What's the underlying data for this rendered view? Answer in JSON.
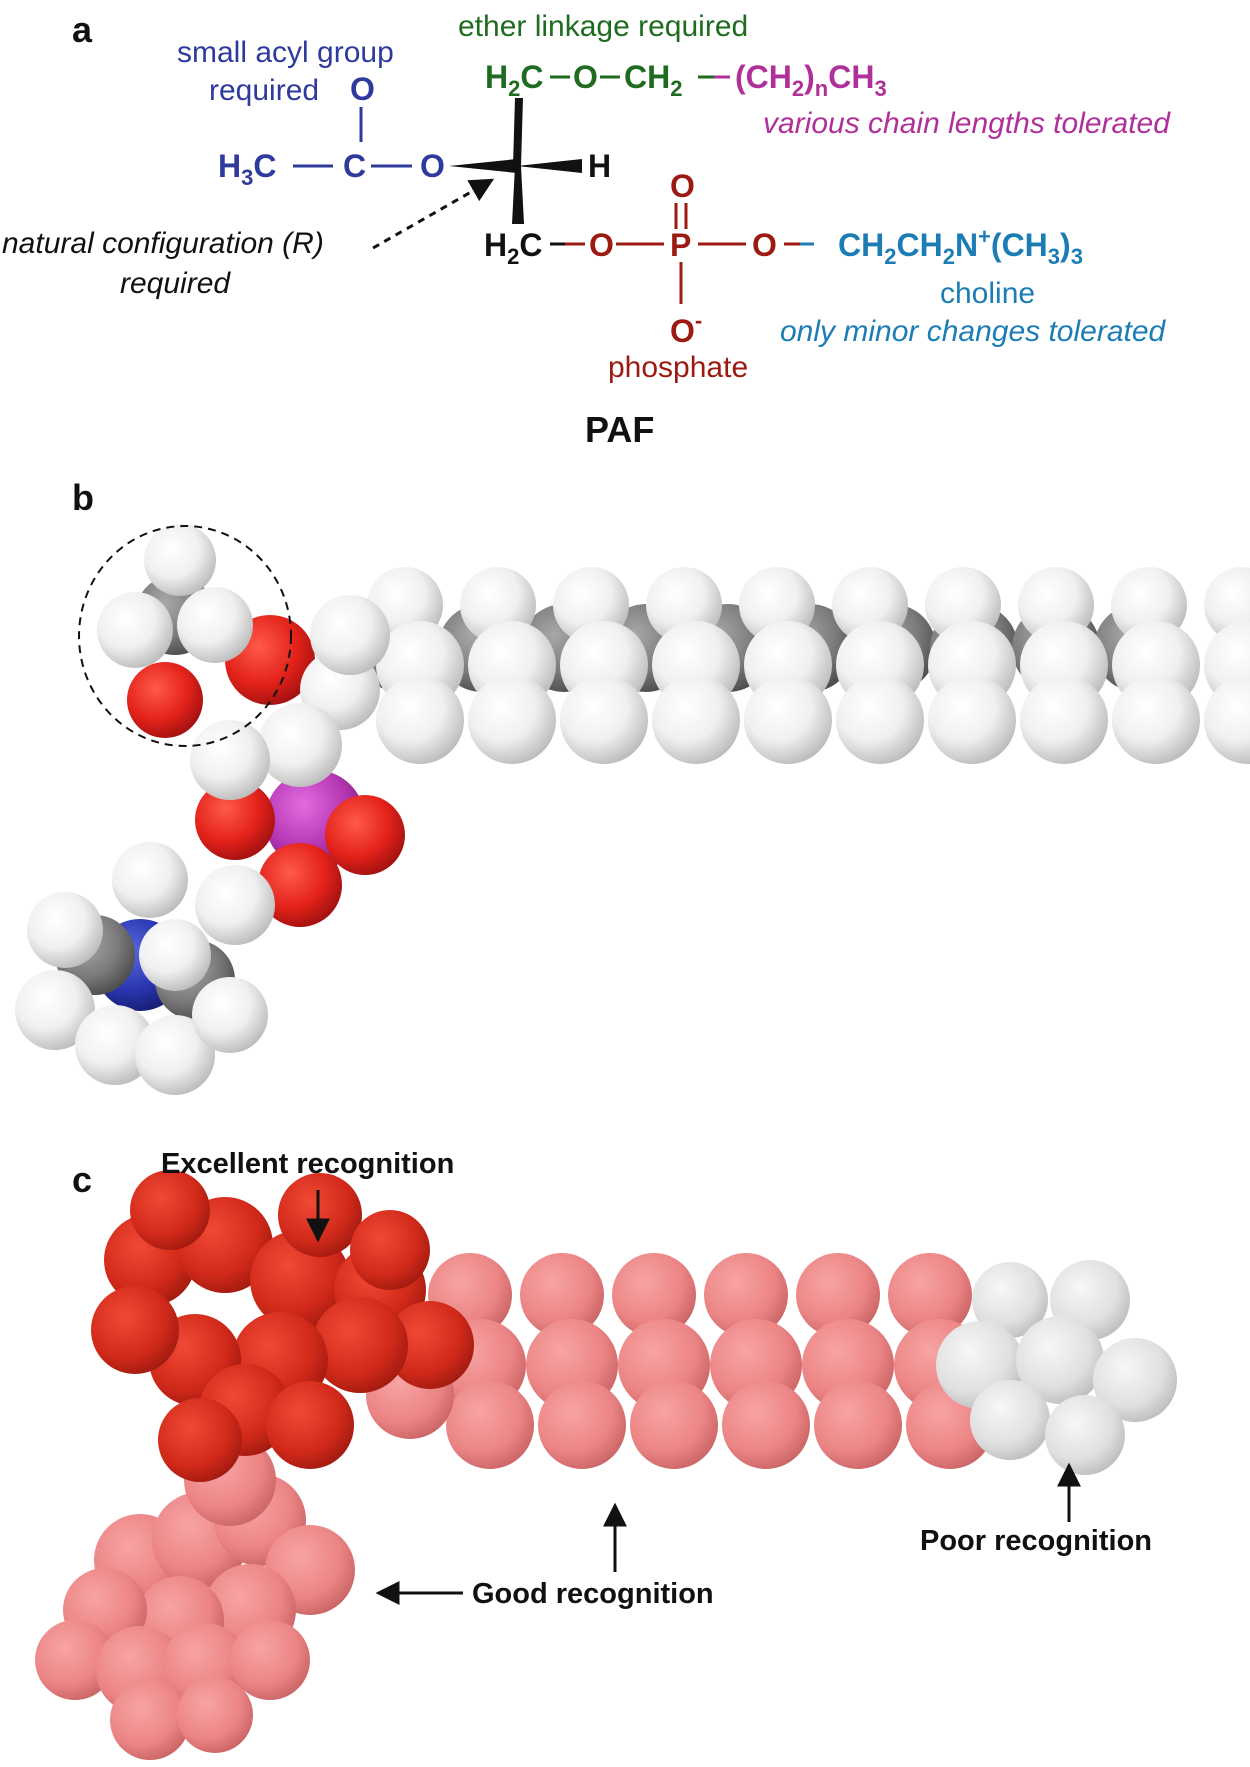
{
  "panels": {
    "a": "a",
    "b": "b",
    "c": "c"
  },
  "molecule_name": "PAF",
  "panel_a": {
    "acyl_label_line1": "small acyl group",
    "acyl_label_line2": "required",
    "ether_label": "ether linkage required",
    "chain_label": "various chain lengths tolerated",
    "config_label_line1": "natural configuration (R)",
    "config_label_line2": "required",
    "choline_label": "choline",
    "choline_note": "only minor changes tolerated",
    "phosphate_label": "phosphate",
    "atoms": {
      "methyl": "H",
      "methyl_sub": "3",
      "methyl_c": "C",
      "carbonyl_c": "C",
      "carbonyl_o": "O",
      "ester_o": "O",
      "stereo_h": "H",
      "top_h": "H",
      "top_h_sub": "2",
      "top_c": "C",
      "ether_o": "O",
      "ch2_c": "CH",
      "ch2_sub": "2",
      "chain_paren_open": "(CH",
      "chain_sub2": "2",
      "chain_paren_close": ")",
      "chain_n": "n",
      "chain_end": "CH",
      "chain_end_sub": "3",
      "bottom_h": "H",
      "bottom_h_sub": "2",
      "bottom_c": "C",
      "phos_o1": "O",
      "phos_p": "P",
      "phos_o_top": "O",
      "phos_o2": "O",
      "phos_o_minus": "O",
      "phos_minus": "-",
      "choline_a": "CH",
      "choline_a_sub": "2",
      "choline_b": "CH",
      "choline_b_sub": "2",
      "choline_n": "N",
      "choline_plus": "+",
      "choline_c": "(CH",
      "choline_c_sub": "3",
      "choline_d": ")",
      "choline_d_sub": "3"
    }
  },
  "panel_c": {
    "excellent": "Excellent recognition",
    "good": "Good recognition",
    "poor": "Poor recognition"
  },
  "colors": {
    "acyl": "#2e3a9c",
    "ether": "#1f6b1f",
    "chain": "#b0309a",
    "phosphate": "#9b1a12",
    "choline": "#1c7db5",
    "black": "#111111",
    "excellent": "#d42a1a",
    "good": "#ef8a8a",
    "poor": "#e2e2e2"
  }
}
